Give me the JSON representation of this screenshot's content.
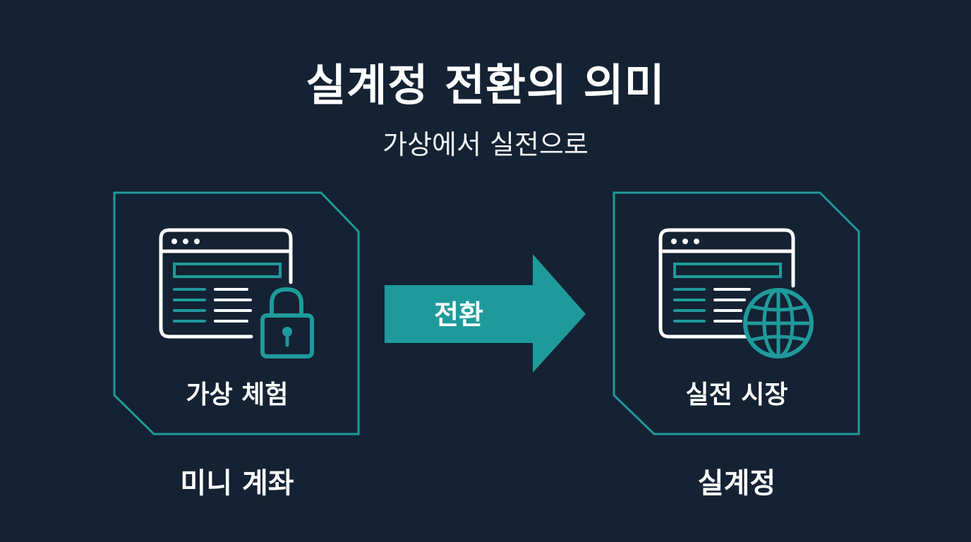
{
  "title": "실계정 전환의 의미",
  "subtitle": "가상에서 실전으로",
  "left": {
    "box_label": "가상 체험",
    "under_label": "미니 계좌",
    "badge_icon": "lock-icon"
  },
  "arrow": {
    "label": "전환"
  },
  "right": {
    "box_label": "실전 시장",
    "under_label": "실계정",
    "badge_icon": "globe-icon"
  },
  "colors": {
    "background": "#142233",
    "accent": "#1f9a9b",
    "line": "#ffffff"
  }
}
